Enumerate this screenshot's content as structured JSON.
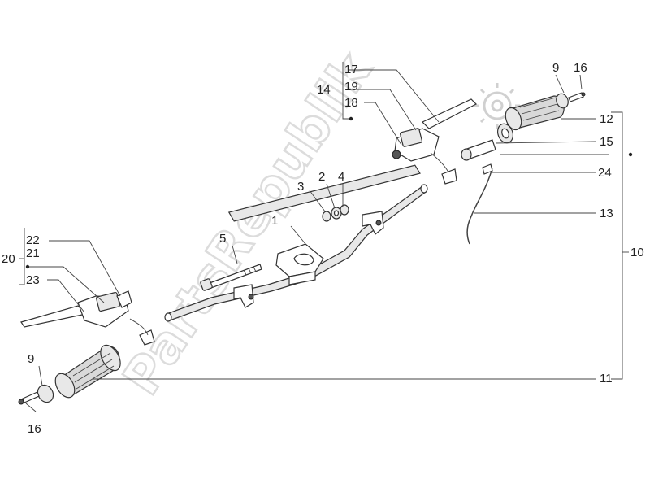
{
  "watermark": {
    "text": "PartsRepublik"
  },
  "labels": {
    "l1": "1",
    "l2": "2",
    "l3": "3",
    "l4": "4",
    "l5": "5",
    "l9a": "9",
    "l9b": "9",
    "l10": "10",
    "l11": "11",
    "l12": "12",
    "l13": "13",
    "l14": "14",
    "l15": "15",
    "l16a": "16",
    "l16b": "16",
    "l17": "17",
    "l18": "18",
    "l19": "19",
    "l20": "20",
    "l21": "21",
    "l22": "22",
    "l23": "23",
    "l24": "24"
  }
}
